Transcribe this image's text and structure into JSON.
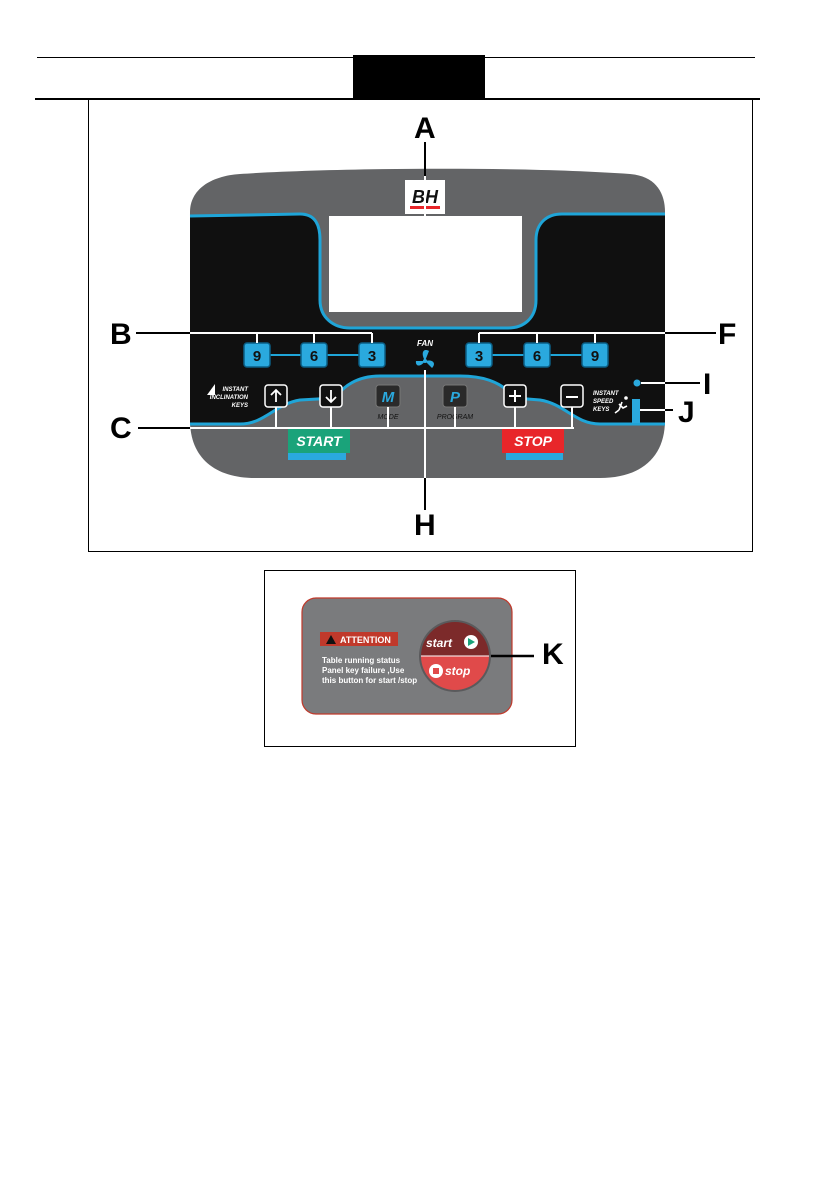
{
  "callouts": {
    "a": "A",
    "b": "B",
    "c": "C",
    "f": "F",
    "h": "H",
    "i": "I",
    "j": "J",
    "k": "K"
  },
  "panel": {
    "brand": "BH",
    "incline_keys": [
      "9",
      "6",
      "3"
    ],
    "speed_keys": [
      "3",
      "6",
      "9"
    ],
    "fan_label": "FAN",
    "incline_label": [
      "INSTANT",
      "INCLINATION",
      "KEYS"
    ],
    "speed_label": [
      "INSTANT",
      "SPEED",
      "KEYS"
    ],
    "mode_key": "M",
    "mode_label": "MODE",
    "program_key": "P",
    "program_label": "PROGRAM",
    "start_label": "START",
    "stop_label": "STOP",
    "colors": {
      "body": "#636466",
      "face": "#101010",
      "accent": "#1fa5d8",
      "key": "#2aa9de",
      "start": "#1aa37a",
      "stop": "#e8262a"
    }
  },
  "safety": {
    "attention": "ATTENTION",
    "lines": [
      "Table running status",
      "Panel key failure ,Use",
      "this button for start /stop"
    ],
    "start_label": "start",
    "stop_label": "stop"
  }
}
